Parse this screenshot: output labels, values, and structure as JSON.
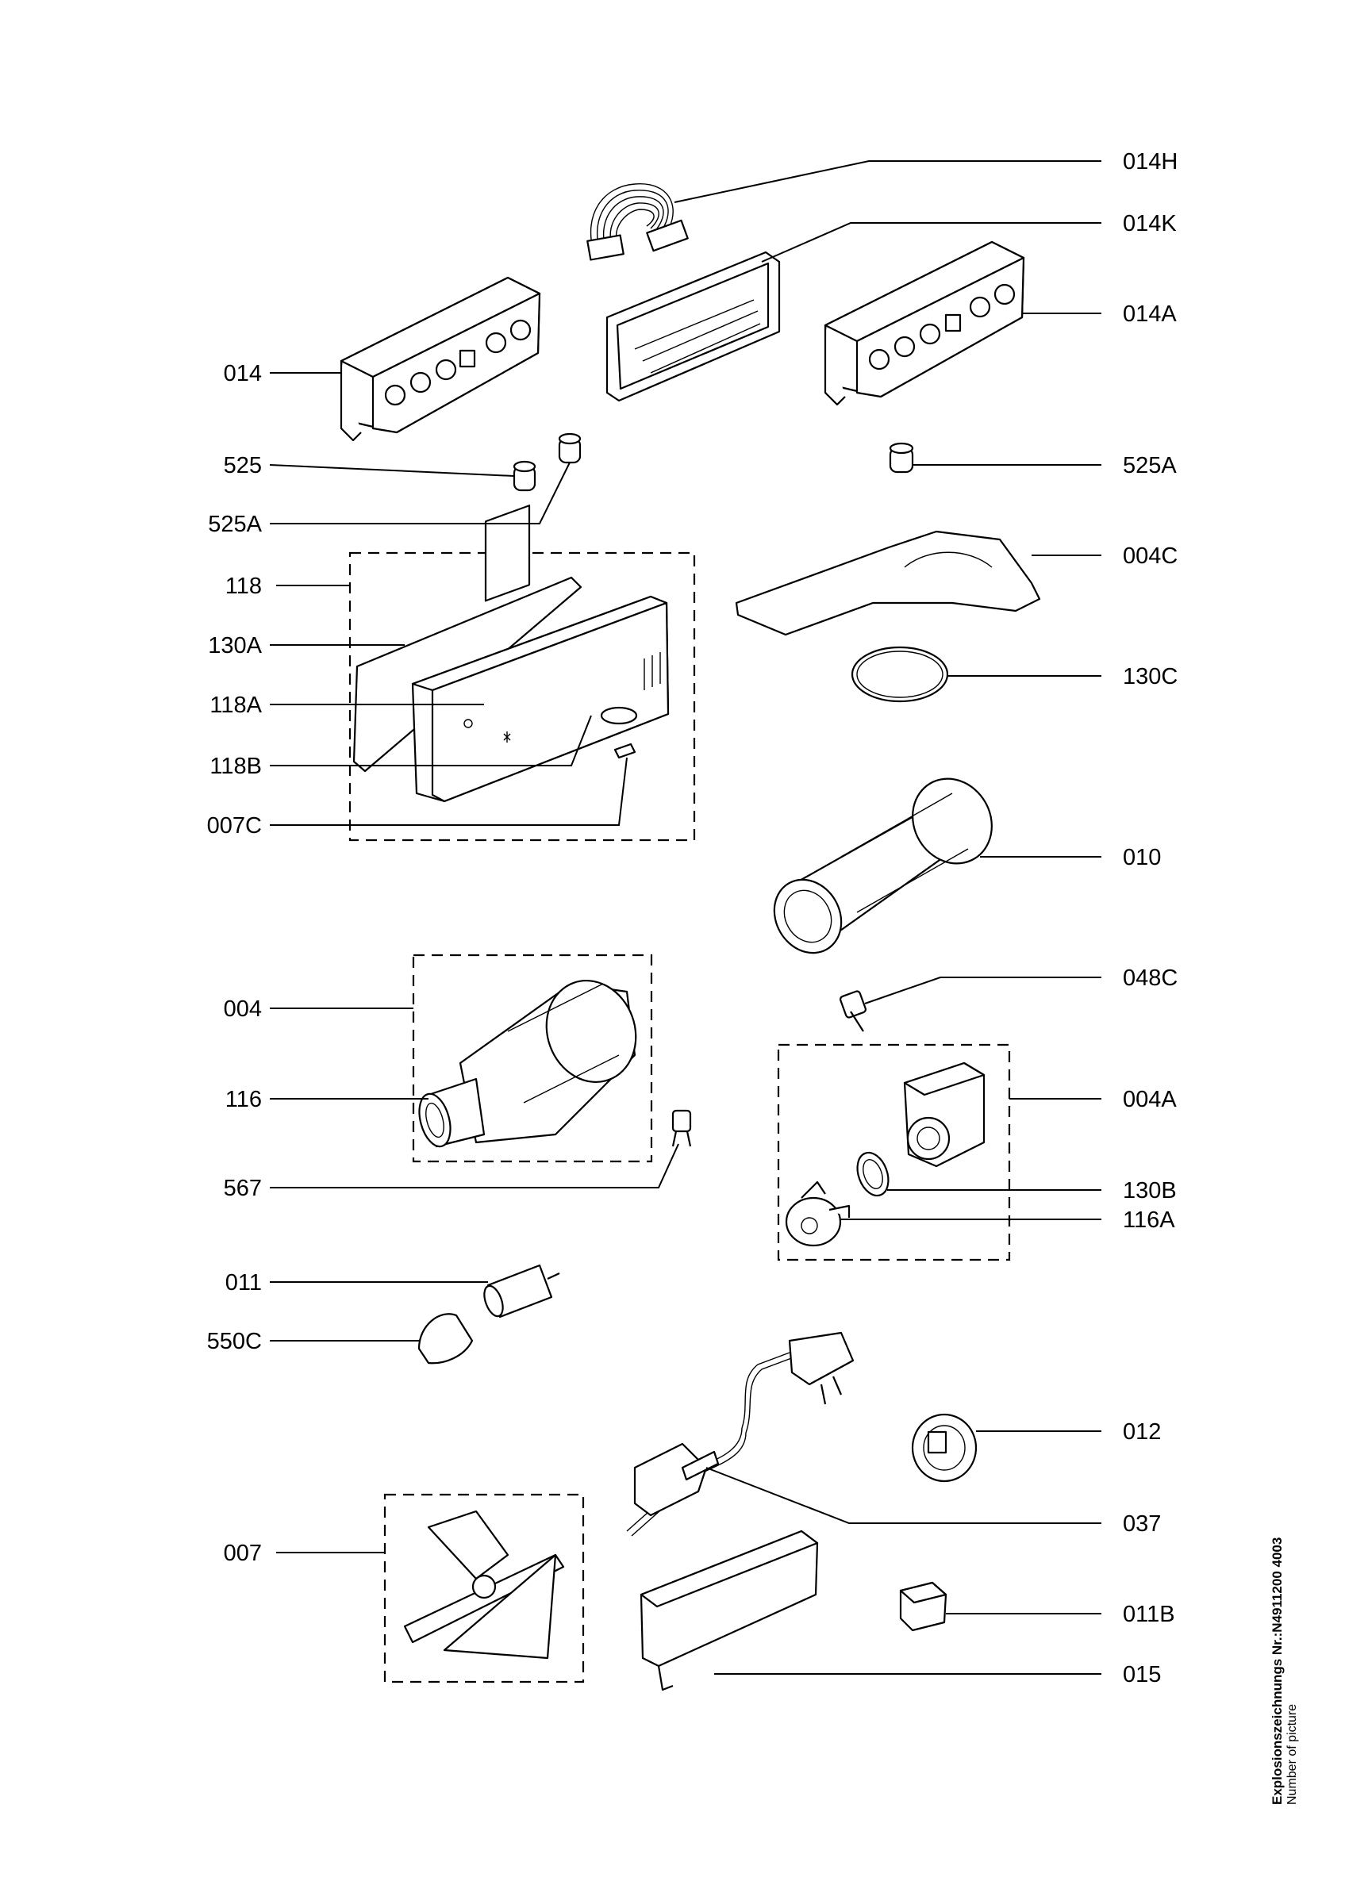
{
  "labels_left": [
    "014",
    "525",
    "525A",
    "118",
    "130A",
    "118A",
    "118B",
    "007C",
    "004",
    "116",
    "567",
    "011",
    "550C",
    "007"
  ],
  "labels_right": [
    "014H",
    "014K",
    "014A",
    "525A",
    "004C",
    "130C",
    "010",
    "048C",
    "004A",
    "130B",
    "116A",
    "012",
    "037",
    "011B",
    "015"
  ],
  "footer": {
    "drawing_number": "Explosionszeichnungs Nr.:N4911200 4003",
    "subtitle": "Number of picture"
  }
}
